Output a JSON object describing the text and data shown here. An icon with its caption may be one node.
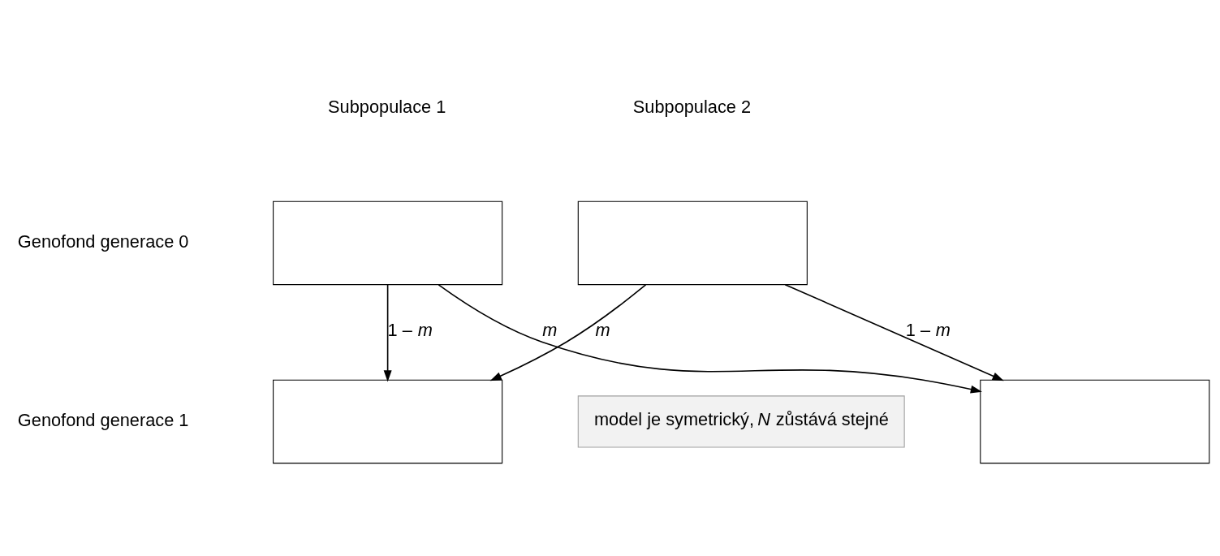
{
  "diagram": {
    "nodes": [
      {
        "text": [],
        "shape": "box"
      },
      {
        "text": [],
        "shape": "box"
      },
      {
        "text": [],
        "shape": "box"
      },
      {
        "text": [],
        "shape": "box"
      },
      {
        "text": [
          "model je symetrický, *N* zůstává stejné"
        ]
      }
    ],
    "edges": [
      {
        "from": 0,
        "to": 2,
        "arrow": "to",
        "label": "1 – *m*"
      },
      {
        "from": 0,
        "to": 3,
        "arrow": "to",
        "label": "*m*"
      },
      {
        "from": 1,
        "to": 2,
        "arrow": "to",
        "label": "*m*"
      },
      {
        "from": 1,
        "to": 3,
        "arrow": "to",
        "label": "1 – *m*"
      }
    ],
    "labels": [
      "Subpopulace 1",
      "Subpopulace 2",
      "Genofond generace 0",
      "Genofond generace 1"
    ]
  }
}
